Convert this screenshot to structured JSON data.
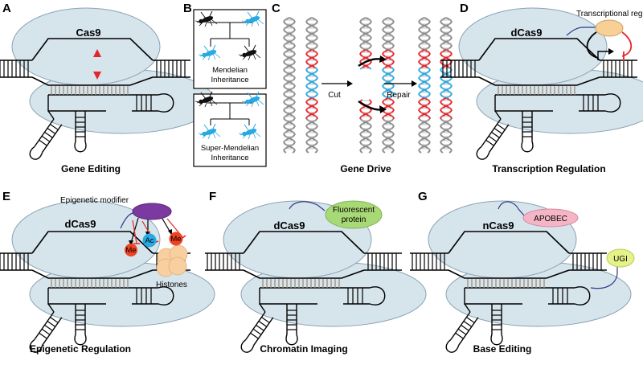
{
  "panels": {
    "A": {
      "letter": "A",
      "protein": "Cas9",
      "caption": "Gene Editing"
    },
    "B": {
      "letter": "B",
      "box1": [
        "Mendelian",
        "Inheritance"
      ],
      "box2": [
        "Super-Mendelian",
        "Inheritance"
      ]
    },
    "C": {
      "letter": "C",
      "cut": "Cut",
      "repair": "Repair",
      "caption": "Gene Drive"
    },
    "D": {
      "letter": "D",
      "protein": "dCas9",
      "regulator": "Transcriptional regulator",
      "caption": "Transcription Regulation"
    },
    "E": {
      "letter": "E",
      "protein": "dCas9",
      "modifier": "Epigenetic modifier",
      "me": "Me",
      "ac": "Ac",
      "histones": "Histones",
      "caption": "Epigenetic Regulation"
    },
    "F": {
      "letter": "F",
      "protein": "dCas9",
      "fluor": [
        "Fluorescent",
        "protein"
      ],
      "caption": "Chromatin Imaging"
    },
    "G": {
      "letter": "G",
      "protein": "nCas9",
      "apobec": "APOBEC",
      "ugi": "UGI",
      "caption": "Base Editing"
    }
  },
  "colors": {
    "protein": "#d6e4ec",
    "protein_stroke": "#8aa3b3",
    "dna": "#000000",
    "strand_red": "#e8242a",
    "strand_blue": "#27a9e1",
    "strand_gray": "#8c8c8c",
    "mosquito_blue": "#27a9e1",
    "regulator": "#f8cf95",
    "modifier": "#7b3aa0",
    "me": "#ee4322",
    "ac": "#27a9e1",
    "histone": "#f8cfa0",
    "fluor": "#a8d977",
    "apobec": "#f4b6c6",
    "ugi": "#e5f28a",
    "linker": "#2b3a8c"
  }
}
